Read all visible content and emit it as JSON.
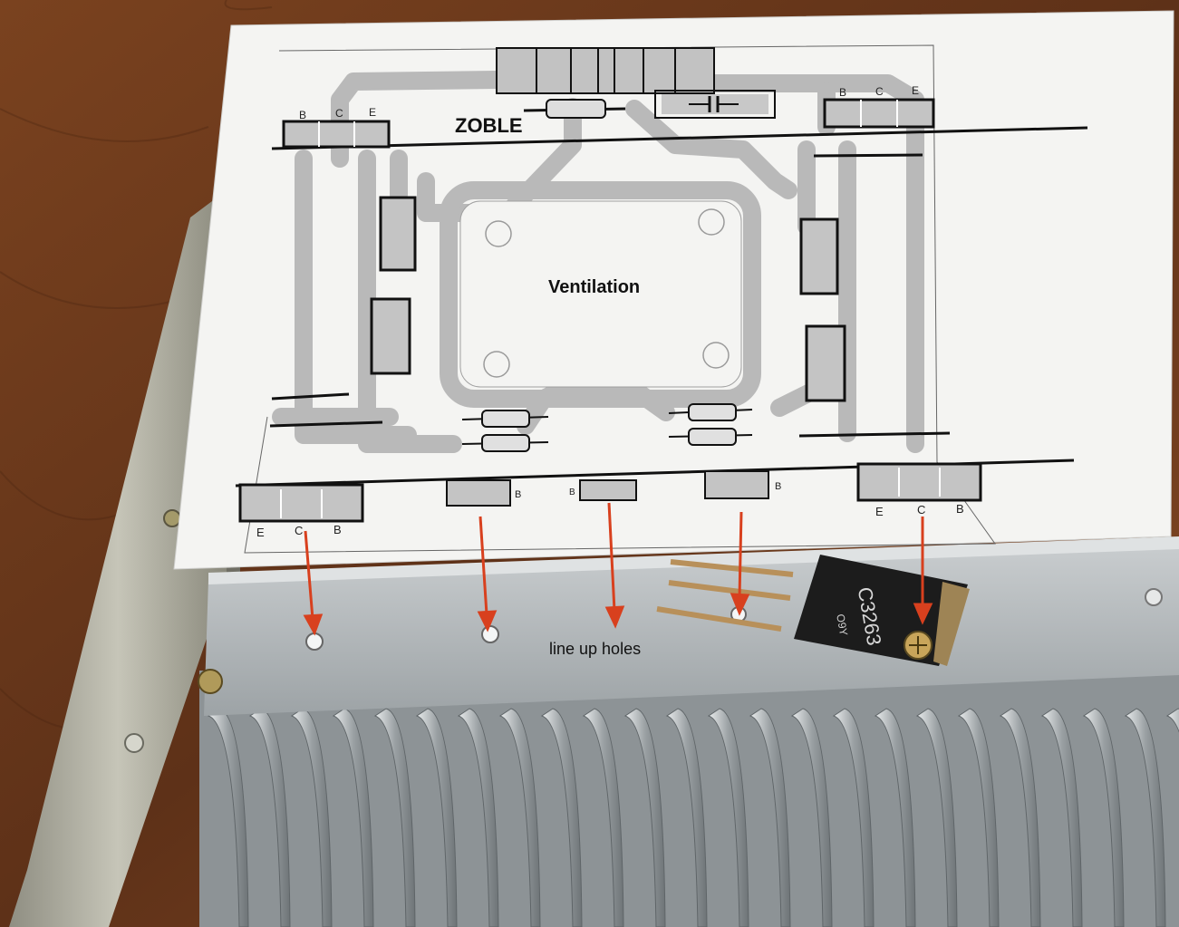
{
  "labels": {
    "zoble": "ZOBLE",
    "ventilation": "Ventilation",
    "line_up_holes": "line up holes"
  },
  "pin_labels": {
    "top_left": [
      "B",
      "C",
      "E"
    ],
    "top_right": [
      "B",
      "C",
      "E"
    ],
    "bottom_left": [
      "E",
      "C",
      "B"
    ],
    "bottom_mid_left": "B",
    "bottom_center": "B",
    "bottom_mid_right": "B",
    "bottom_right": [
      "E",
      "C",
      "B"
    ]
  },
  "transistor": {
    "marking_line1": "C3263",
    "marking_line2": "O9Y"
  },
  "colors": {
    "wood": "#6b3a1c",
    "paper": "#f4f4f2",
    "trace": "#b9b9b9",
    "heatsink": "#a7adb0",
    "arrow": "#d8401e",
    "ink": "#111111"
  }
}
